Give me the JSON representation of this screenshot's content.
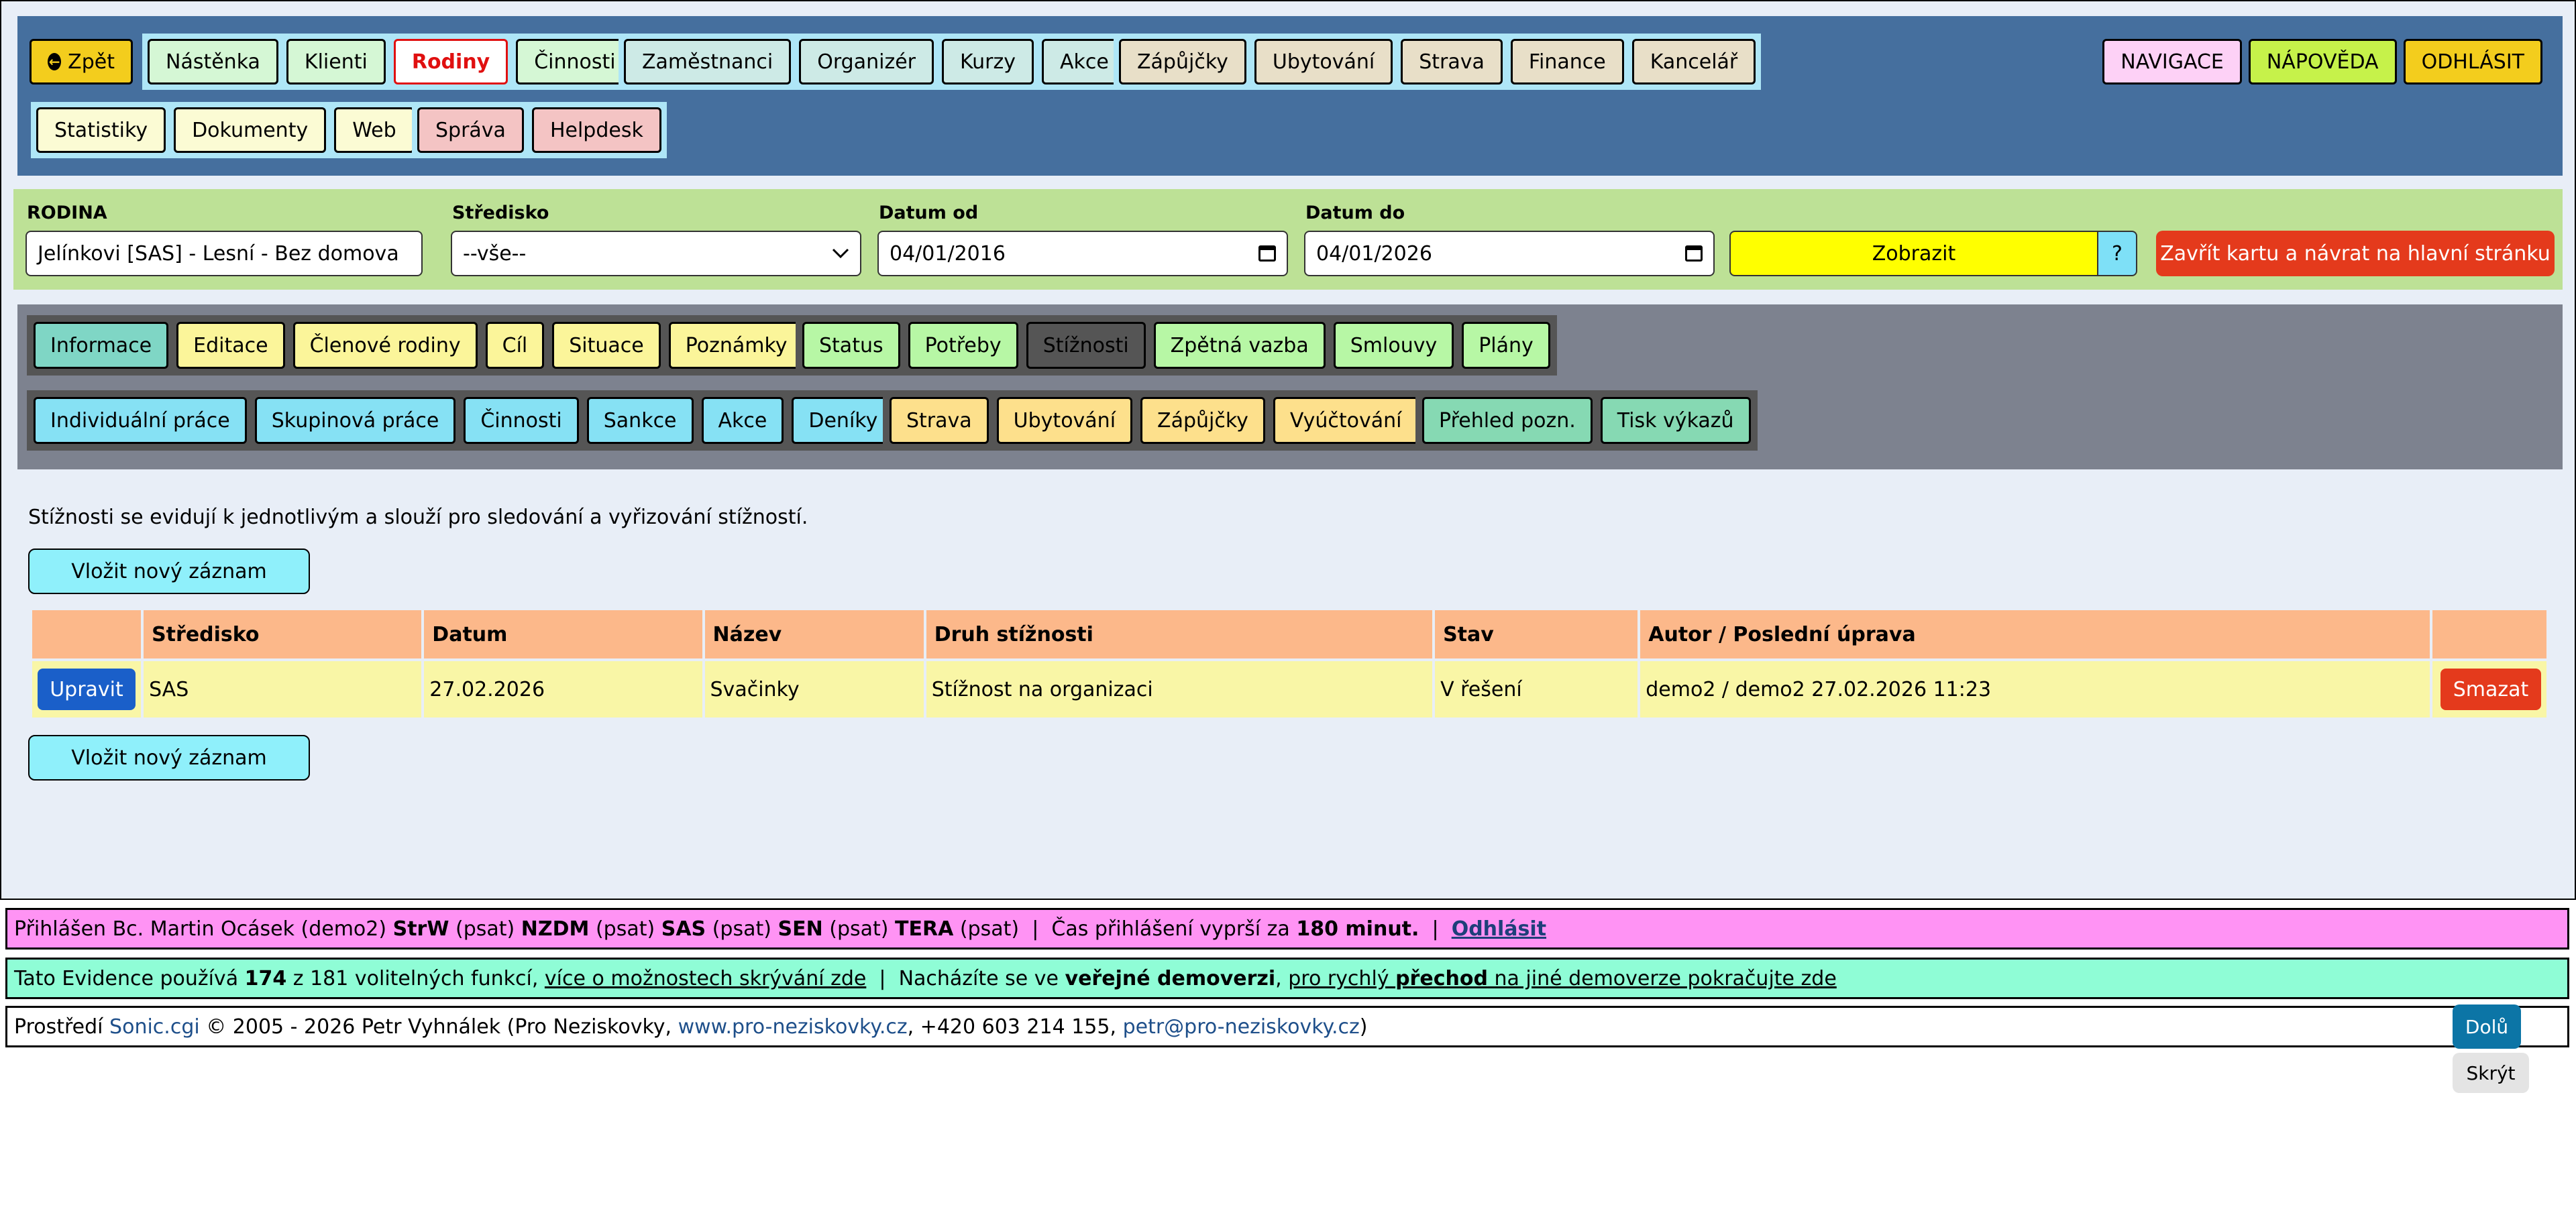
{
  "topnav": {
    "back": "Zpět",
    "group1": [
      "Nástěnka",
      "Klienti",
      "Rodiny",
      "Činnosti"
    ],
    "group2": [
      "Zaměstnanci",
      "Organizér",
      "Kurzy",
      "Akce"
    ],
    "group3": [
      "Zápůjčky",
      "Ubytování",
      "Strava",
      "Finance",
      "Kancelář"
    ],
    "group4": [
      "Statistiky",
      "Dokumenty",
      "Web"
    ],
    "group5": [
      "Správa",
      "Helpdesk"
    ],
    "right": [
      "NAVIGACE",
      "NÁPOVĚDA",
      "ODHLÁSIT"
    ]
  },
  "filter": {
    "family_label": "RODINA",
    "family_value": "Jelínkovi [SAS] - Lesní - Bez domova",
    "center_label": "Středisko",
    "center_value": "--vše--",
    "date_from_label": "Datum od",
    "date_from": "04/01/2016",
    "date_to_label": "Datum do",
    "date_to": "04/01/2026",
    "show": "Zobrazit",
    "help": "?",
    "close": "Zavřít kartu a návrat na hlavní stránku"
  },
  "subnav": {
    "g1": [
      "Informace",
      "Editace",
      "Členové rodiny",
      "Cíl",
      "Situace",
      "Poznámky"
    ],
    "g2": [
      "Status",
      "Potřeby",
      "Stížnosti",
      "Zpětná vazba",
      "Smlouvy",
      "Plány"
    ],
    "g3": [
      "Individuální práce",
      "Skupinová práce",
      "Činnosti",
      "Sankce",
      "Akce",
      "Deníky"
    ],
    "g4": [
      "Strava",
      "Ubytování",
      "Zápůjčky",
      "Vyúčtování"
    ],
    "g5": [
      "Přehled pozn.",
      "Tisk výkazů"
    ]
  },
  "content": {
    "description": "Stížnosti se evidují k jednotlivým a slouží pro sledování a vyřizování stížností.",
    "add": "Vložit nový záznam",
    "headers": [
      "Středisko",
      "Datum",
      "Název",
      "Druh stížnosti",
      "Stav",
      "Autor / Poslední úprava"
    ],
    "row": {
      "edit": "Upravit",
      "center": "SAS",
      "date": "27.02.2026",
      "name": "Svačinky",
      "type": "Stížnost na organizaci",
      "state": "V řešení",
      "author": "demo2 / demo2 27.02.2026 11:23",
      "delete": "Smazat"
    }
  },
  "footer": {
    "login": {
      "prefix": "Přihlášen Bc. Martin Ocásek (demo2)",
      "units": [
        {
          "code": "StrW",
          "role": "(psat)"
        },
        {
          "code": "NZDM",
          "role": "(psat)"
        },
        {
          "code": "SAS",
          "role": "(psat)"
        },
        {
          "code": "SEN",
          "role": "(psat)"
        },
        {
          "code": "TERA",
          "role": "(psat)"
        }
      ],
      "sep": "|",
      "expire_text": "Čas přihlášení vyprší za",
      "expire_value": "180 minut.",
      "logout": "Odhlásit"
    },
    "features": {
      "t1": "Tato Evidence používá",
      "used": "174",
      "t2": "z 181 volitelných funkcí,",
      "link1": "více o možnostech skrývání zde",
      "sep": "|",
      "t3": "Nacházíte se ve",
      "public": "veřejné demoverzi",
      "t4": ",",
      "link2a": "pro rychlý",
      "link2b": "přechod",
      "link2c": "na jiné demoverze pokračujte zde"
    },
    "credits": {
      "t1": "Prostředí",
      "sonic": "Sonic.cgi",
      "t2": "© 2005 - 2026 Petr Vyhnálek (Pro Neziskovky,",
      "web": "www.pro-neziskovky.cz",
      "t3": ", +420 603 214 155,",
      "mail": "petr@pro-neziskovky.cz",
      "t4": ")"
    },
    "down": "Dolů",
    "hide": "Skrýt"
  }
}
